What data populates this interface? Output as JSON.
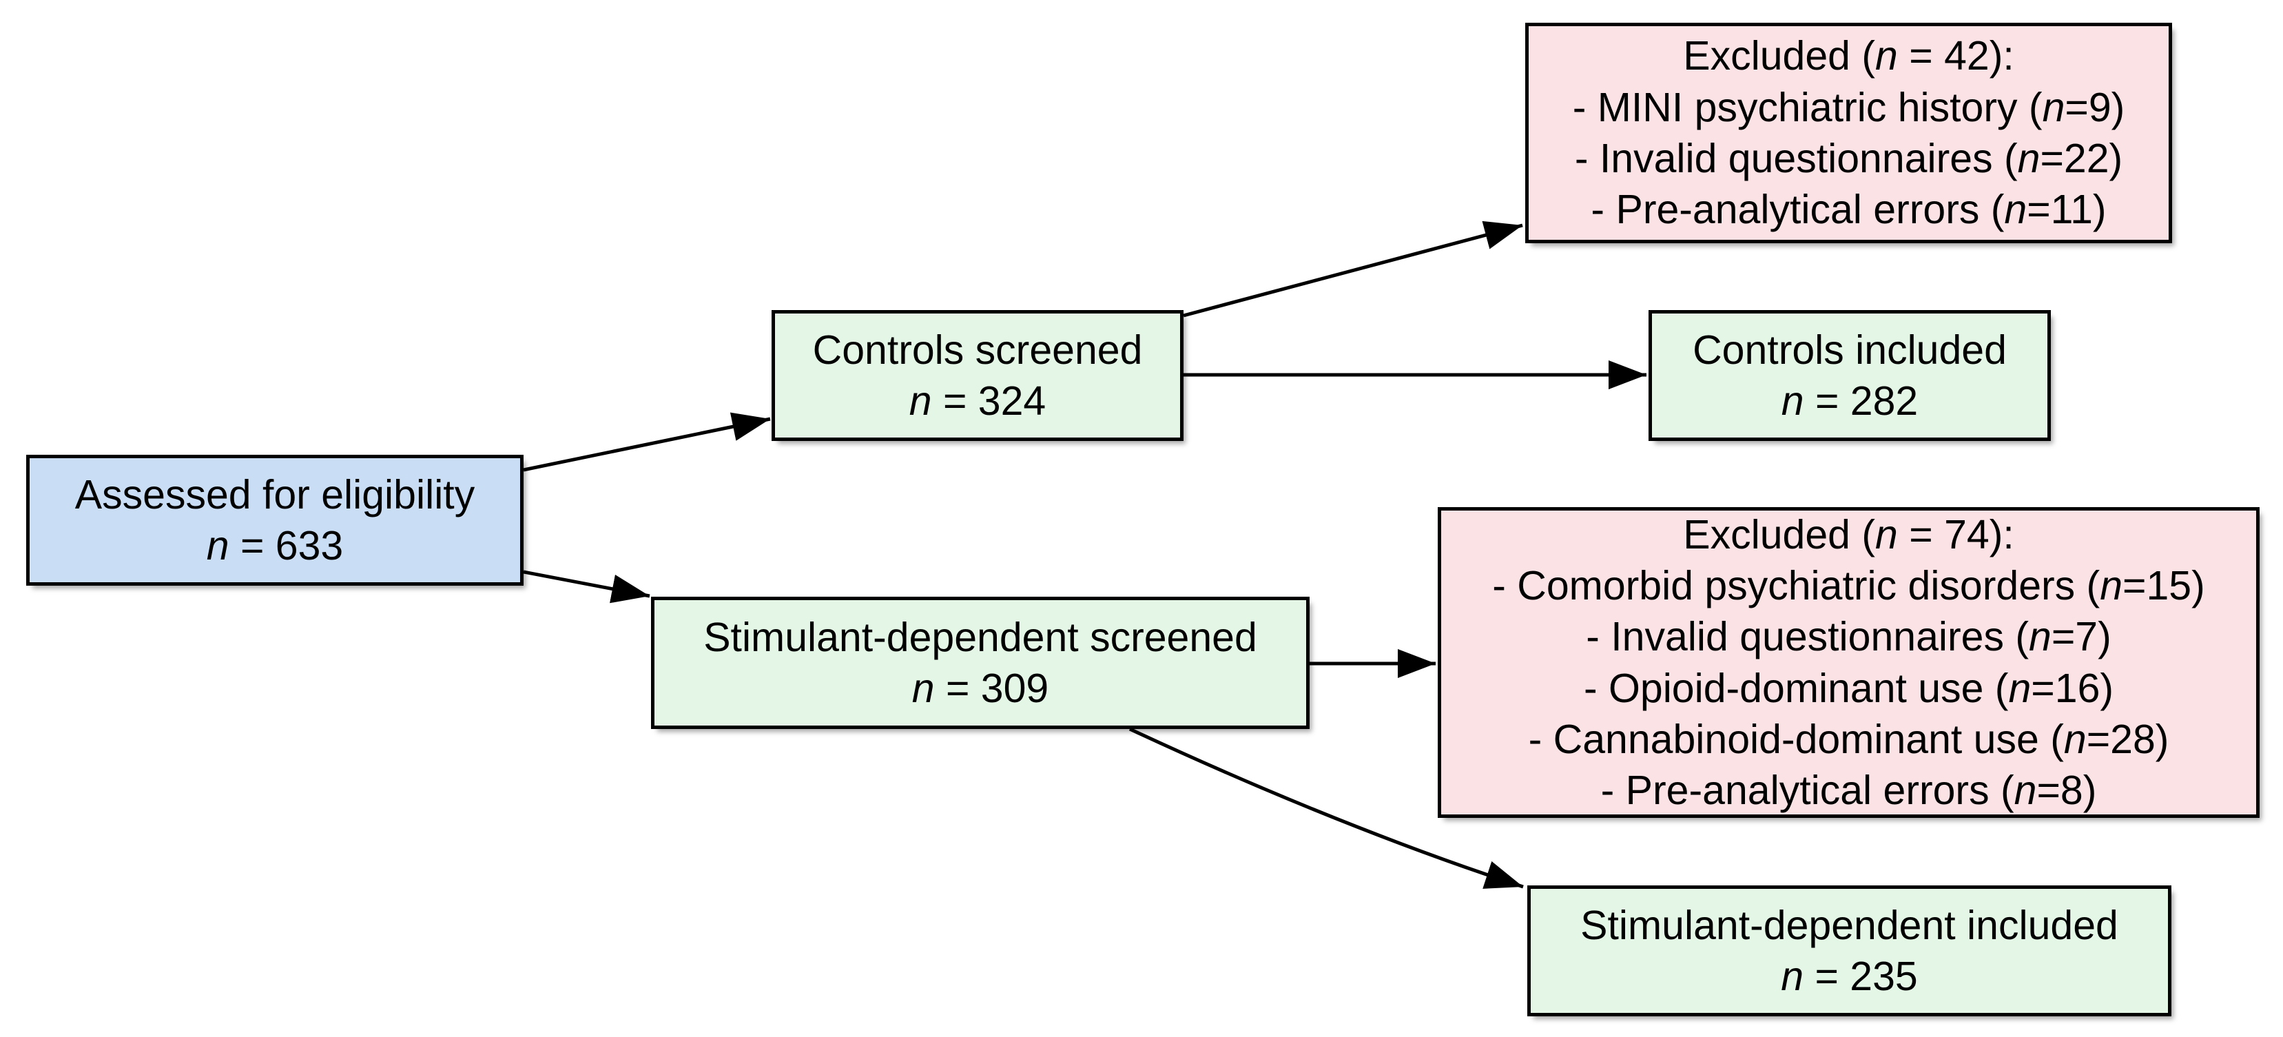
{
  "diagram": {
    "boxes": {
      "assessed": {
        "lines": [
          "Assessed for eligibility",
          "n = 633"
        ]
      },
      "controls_screened": {
        "lines": [
          "Controls screened",
          "n = 324"
        ]
      },
      "excluded_controls": {
        "lines": [
          "Excluded (n = 42):",
          "- MINI psychiatric history (n=9)",
          "- Invalid questionnaires (n=22)",
          "- Pre-analytical errors (n=11)"
        ]
      },
      "controls_included": {
        "lines": [
          "Controls included",
          "n = 282"
        ]
      },
      "stimulant_screened": {
        "lines": [
          "Stimulant-dependent screened",
          "n = 309"
        ]
      },
      "excluded_stimulant": {
        "lines": [
          "Excluded (n = 74):",
          "- Comorbid psychiatric disorders (n=15)",
          "- Invalid questionnaires (n=7)",
          "- Opioid-dominant use (n=16)",
          "- Cannabinoid-dominant use (n=28)",
          "- Pre-analytical errors (n=8)"
        ]
      },
      "stimulant_included": {
        "lines": [
          "Stimulant-dependent included",
          "n = 235"
        ]
      }
    },
    "colors": {
      "eligibility_fill": "#c9def5",
      "included_fill": "#e4f6e5",
      "excluded_fill": "#fbe3e5",
      "border": "#000000",
      "arrow": "#000000",
      "text": "#000000",
      "background": "#ffffff"
    }
  }
}
